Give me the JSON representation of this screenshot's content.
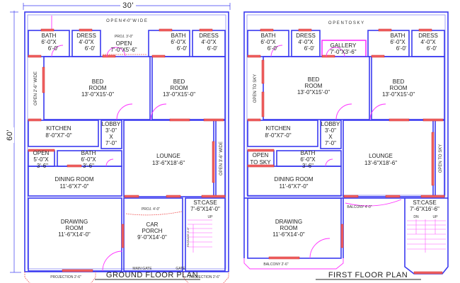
{
  "dimensions": {
    "width_label": "30'",
    "depth_label": "60'"
  },
  "colors": {
    "walls": "#3a3af0",
    "windows": "#f06060",
    "doors": "#ff33ff"
  },
  "ground_floor": {
    "title": "GROUND FLOOR PLAN",
    "top_open": "O P E N   4'-0\"   W I D E",
    "bath1": {
      "name": "BATH",
      "size1": "6'-0\"X",
      "size2": "6'-0'"
    },
    "dress1": {
      "name": "DRESS",
      "size1": "4'-0\"X",
      "size2": "6'-0'"
    },
    "open_mid": {
      "name": "OPEN",
      "size": "7'-0\"X5'-6\"",
      "proj": "PROJ.  3'-0\""
    },
    "bath2": {
      "name": "BATH",
      "size1": "6'-0\"X",
      "size2": "6'-0'"
    },
    "dress2": {
      "name": "DRESS",
      "size1": "4'-0\"X",
      "size2": "6'-0'"
    },
    "left_open": "OPEN  2'-6\"  WIDE",
    "bed1": {
      "name1": "BED",
      "name2": "ROOM",
      "size": "13'-0\"X15'-0\""
    },
    "bed2": {
      "name1": "BED",
      "name2": "ROOM",
      "size": "13'-0\"X15'-0\""
    },
    "kitchen": {
      "name": "KITCHEN",
      "size": "8'-0\"X7'-0\""
    },
    "lobby": {
      "name": "LOBBY",
      "size1": "3'-0\"",
      "x": "X",
      "size2": "7'-0\""
    },
    "open_small": {
      "name": "OPEN",
      "size1": "5'-0\"X",
      "size2": "3'-6\""
    },
    "bath3": {
      "name": "BATH",
      "size1": "6'-0\"X",
      "size2": "3'-6\""
    },
    "dining": {
      "name": "DINING  ROOM",
      "size": "11'-6\"X7'-0\""
    },
    "lounge": {
      "name": "LOUNGE",
      "size": "13'-6\"X18'-6\""
    },
    "right_open": "OPEN  3'-6\"  WIDE",
    "drawing": {
      "name1": "DRAWING",
      "name2": "ROOM",
      "size": "11'-6\"X14'-0\""
    },
    "car_porch": {
      "name1": "CAR",
      "name2": "PORCH",
      "size": "9'-0\"X14'-0\"",
      "proj": "PROJ.  4'-0\""
    },
    "stair": {
      "name": "ST:CASE",
      "size": "7'-6\"X14'-0\"",
      "up": "UP",
      "passage": "PASSAGE 3'-6\""
    },
    "main_gate": "MAIN GATE",
    "gate": "GATE",
    "projection_left": "PROJECTION   2'-6\"",
    "projection_right": "PROJECTION   2'-6\""
  },
  "first_floor": {
    "title": "FIRST FLOOR PLAN",
    "top_open": "O P E N   T O   S K Y",
    "bath1": {
      "name": "BATH",
      "size1": "6'-0\"X",
      "size2": "6'-0'"
    },
    "dress1": {
      "name": "DRESS",
      "size1": "4'-0\"X",
      "size2": "6'-0'"
    },
    "gallery": {
      "name": "GALLERY",
      "size": "7'-0\"X3'-6\""
    },
    "bath2": {
      "name": "BATH",
      "size1": "6'-0\"X",
      "size2": "6'-0'"
    },
    "dress2": {
      "name": "DRESS",
      "size1": "4'-0\"X",
      "size2": "6'-0'"
    },
    "left_open": "OPEN TO SKY",
    "bed1": {
      "name1": "BED",
      "name2": "ROOM",
      "size": "13'-0\"X15'-0\""
    },
    "bed2": {
      "name1": "BED",
      "name2": "ROOM",
      "size": "13'-0\"X15'-0\""
    },
    "kitchen": {
      "name": "KITCHEN",
      "size": "8'-0\"X7'-0\""
    },
    "lobby": {
      "name": "LOBBY",
      "size1": "3'-0\"",
      "x": "X",
      "size2": "7'-0\""
    },
    "open_small": {
      "name1": "OPEN",
      "name2": "TO  SKY"
    },
    "bath3": {
      "name": "BATH",
      "size1": "6'-0\"X",
      "size2": "3'-6\""
    },
    "dining": {
      "name": "DINING  ROOM",
      "size": "11'-6\"X7'-0\""
    },
    "lounge": {
      "name": "LOUNGE",
      "size": "13'-6\"X18'-6\""
    },
    "right_open": "OPEN TO SKY",
    "drawing": {
      "name1": "DRAWING",
      "name2": "ROOM",
      "size": "11'-6\"X14'-0\""
    },
    "balcony_mid": "BALCONY   4'-0\"",
    "stair": {
      "name": "ST:CASE",
      "size": "7'-6\"X16'-6\"",
      "dn": "DN",
      "up": "UP"
    },
    "balcony_bottom": "BALCONY   2'-6\""
  }
}
